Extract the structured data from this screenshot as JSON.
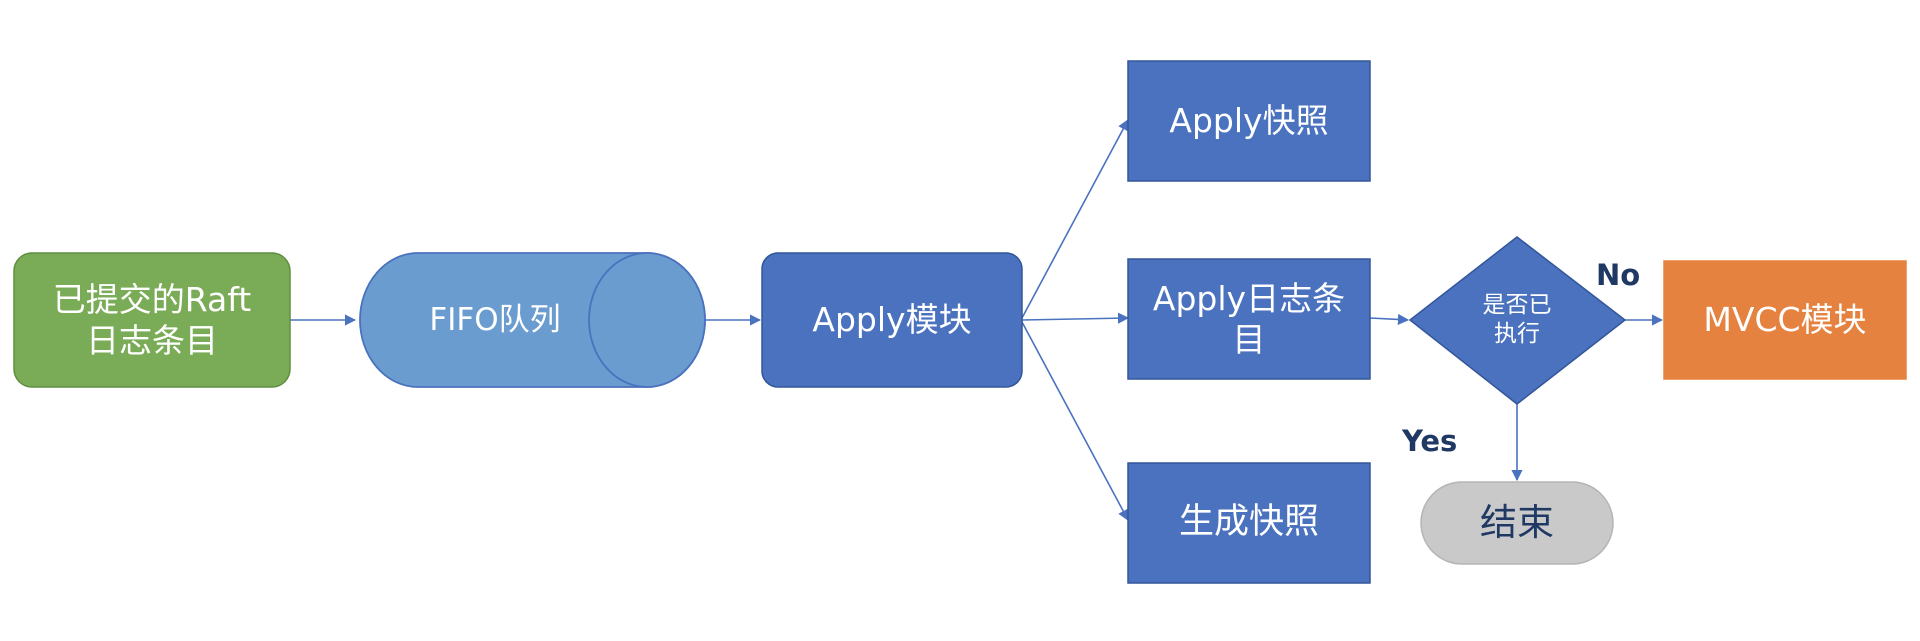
{
  "nodes": {
    "raft_entries": {
      "label": "已提交的Raft\n日志条目",
      "color": "#7aab57"
    },
    "fifo_queue": {
      "label": "FIFO队列",
      "color": "#6a9ccf"
    },
    "apply_module": {
      "label": "Apply模块",
      "color": "#4a72bf"
    },
    "apply_snapshot": {
      "label": "Apply快照",
      "color": "#4a72bf"
    },
    "apply_log_entry": {
      "label": "Apply日志条\n目",
      "color": "#4a72bf"
    },
    "gen_snapshot": {
      "label": "生成快照",
      "color": "#4a72bf"
    },
    "executed_check": {
      "label": "是否已\n执行",
      "color": "#4a72bf"
    },
    "mvcc_module": {
      "label": "MVCC模块",
      "color": "#e5823f"
    },
    "end": {
      "label": "结束",
      "color": "#c9c9c9"
    }
  },
  "edges": [
    {
      "from": "raft_entries",
      "to": "fifo_queue"
    },
    {
      "from": "fifo_queue",
      "to": "apply_module"
    },
    {
      "from": "apply_module",
      "to": "apply_snapshot"
    },
    {
      "from": "apply_module",
      "to": "apply_log_entry"
    },
    {
      "from": "apply_module",
      "to": "gen_snapshot"
    },
    {
      "from": "apply_log_entry",
      "to": "executed_check"
    },
    {
      "from": "executed_check",
      "to": "mvcc_module",
      "label": "No"
    },
    {
      "from": "executed_check",
      "to": "end",
      "label": "Yes"
    }
  ],
  "edge_labels": {
    "no": "No",
    "yes": "Yes"
  },
  "colors": {
    "edge": "#4a72bf",
    "label": "#203864",
    "end_text": "#203864"
  }
}
